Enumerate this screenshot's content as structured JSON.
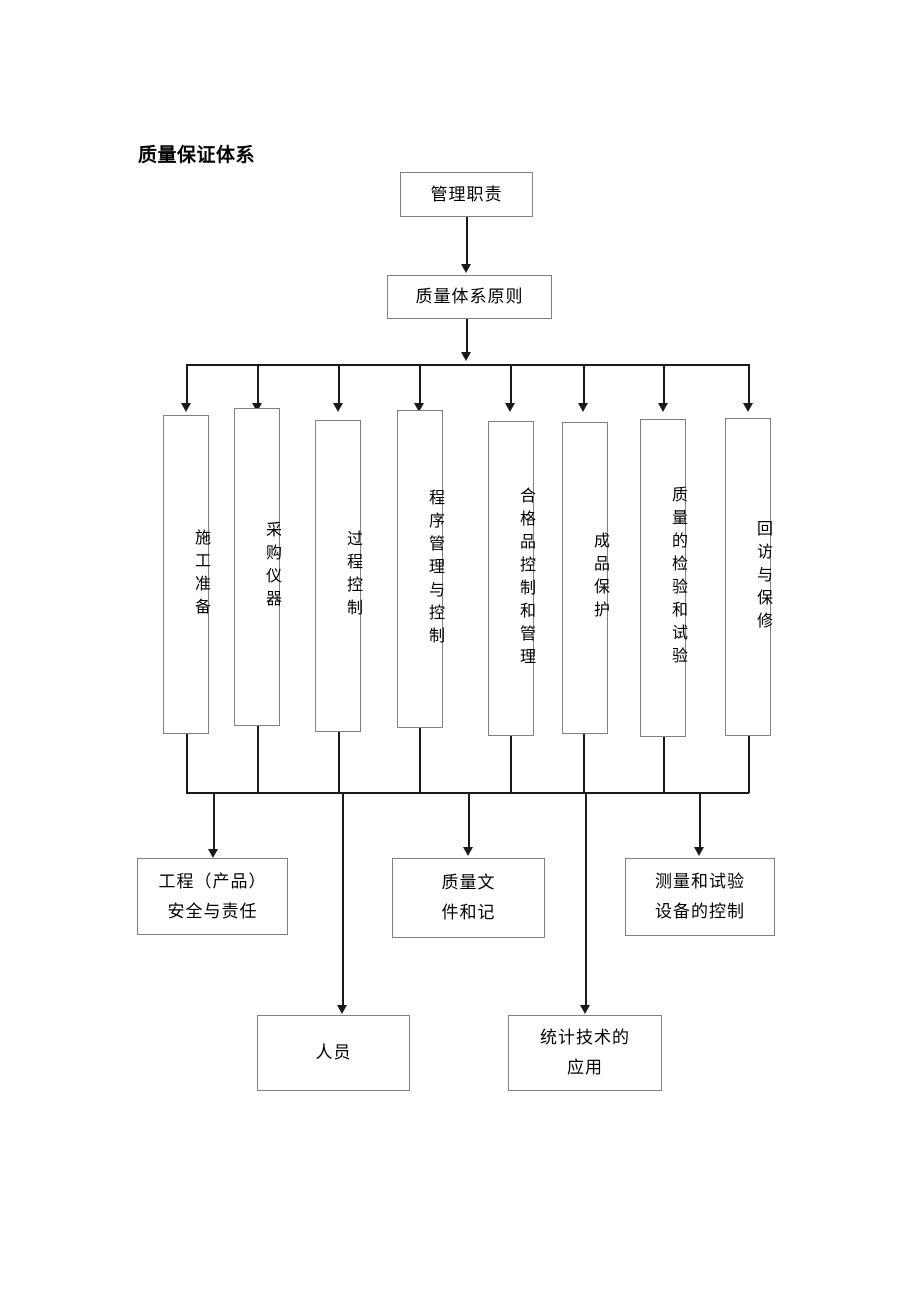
{
  "title": "质量保证体系",
  "nodes": {
    "top": {
      "label": "管理职责"
    },
    "principle": {
      "label": "质量体系原则"
    },
    "columns": [
      {
        "label": "施工准备"
      },
      {
        "label": "采购仪器"
      },
      {
        "label": "过程控制"
      },
      {
        "label": "程序管理与控制"
      },
      {
        "label": "合格品控制和管理"
      },
      {
        "label": "成品保护"
      },
      {
        "label": "质量的检验和试验"
      },
      {
        "label": "回访与保修"
      }
    ],
    "outputs_row1": [
      {
        "line1": "工程（产品）",
        "line2": "安全与责任"
      },
      {
        "line1": "质量文",
        "line2": "件和记"
      },
      {
        "line1": "测量和试验",
        "line2": "设备的控制"
      }
    ],
    "outputs_row2": [
      {
        "line1": "人员",
        "line2": ""
      },
      {
        "line1": "统计技术的",
        "line2": "应用"
      }
    ]
  },
  "colors": {
    "box_border": "#808080",
    "edge": "#1a1a1a",
    "background": "#ffffff",
    "text": "#000000"
  }
}
